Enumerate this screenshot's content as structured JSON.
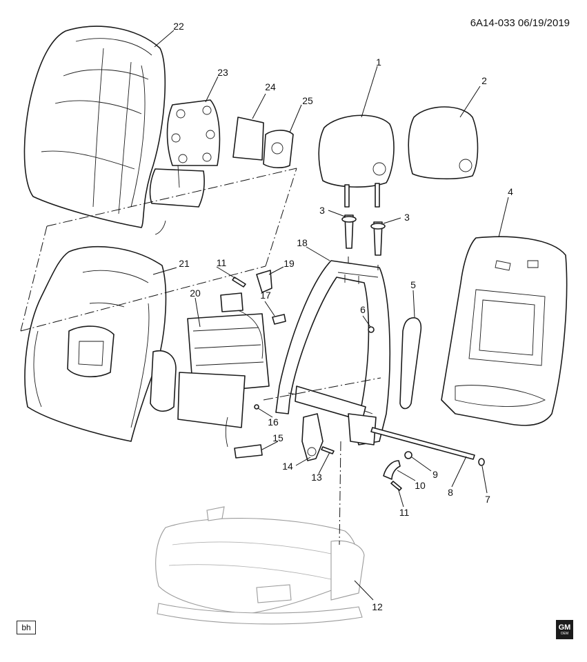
{
  "header": {
    "ref": "6A14-033 06/19/2019"
  },
  "badge": "bh",
  "logo": {
    "text": "GM",
    "sub": "OEM"
  },
  "callouts": [
    {
      "id": "c22",
      "label": "22"
    },
    {
      "id": "c23",
      "label": "23"
    },
    {
      "id": "c24",
      "label": "24"
    },
    {
      "id": "c25",
      "label": "25"
    },
    {
      "id": "c1",
      "label": "1"
    },
    {
      "id": "c2",
      "label": "2"
    },
    {
      "id": "c3a",
      "label": "3"
    },
    {
      "id": "c3b",
      "label": "3"
    },
    {
      "id": "c4",
      "label": "4"
    },
    {
      "id": "c18",
      "label": "18"
    },
    {
      "id": "c21",
      "label": "21"
    },
    {
      "id": "c11a",
      "label": "11"
    },
    {
      "id": "c19",
      "label": "19"
    },
    {
      "id": "c17",
      "label": "17"
    },
    {
      "id": "c20",
      "label": "20"
    },
    {
      "id": "c6",
      "label": "6"
    },
    {
      "id": "c5",
      "label": "5"
    },
    {
      "id": "c16",
      "label": "16"
    },
    {
      "id": "c15",
      "label": "15"
    },
    {
      "id": "c14",
      "label": "14"
    },
    {
      "id": "c13",
      "label": "13"
    },
    {
      "id": "c9",
      "label": "9"
    },
    {
      "id": "c10",
      "label": "10"
    },
    {
      "id": "c8",
      "label": "8"
    },
    {
      "id": "c7",
      "label": "7"
    },
    {
      "id": "c11b",
      "label": "11"
    },
    {
      "id": "c12",
      "label": "12"
    }
  ]
}
